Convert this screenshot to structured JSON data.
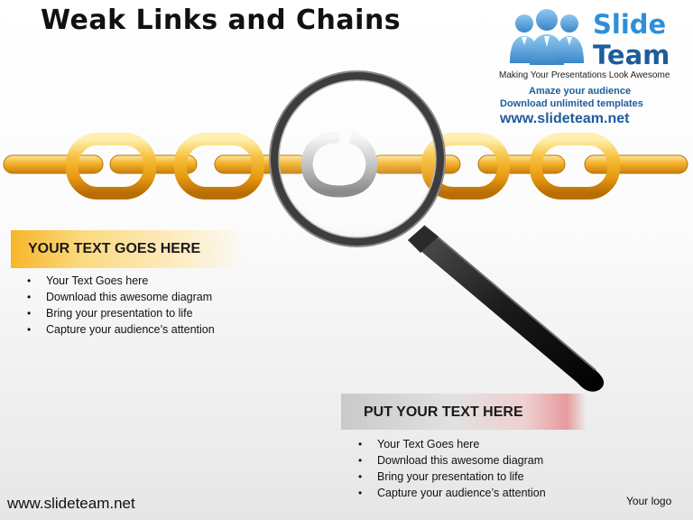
{
  "slide": {
    "title": "Weak Links and Chains",
    "brand": {
      "name_line1": "Slide",
      "name_line2": "Team",
      "tagline": "Making Your Presentations Look Awesome",
      "line_amaze": "Amaze your audience",
      "line_download": "Download unlimited templates",
      "url": "www.slideteam.net"
    },
    "box_left": {
      "heading": "YOUR TEXT GOES HERE",
      "bullets": [
        "Your Text Goes here",
        "Download this awesome diagram",
        "Bring your presentation to life",
        "Capture your audience’s attention"
      ]
    },
    "box_right": {
      "heading": "PUT YOUR TEXT HERE",
      "bullets": [
        "Your Text Goes here",
        "Download this awesome diagram",
        "Bring your presentation to life",
        "Capture your audience’s attention"
      ]
    },
    "footer": {
      "url": "www.slideteam.net",
      "logo_placeholder": "Your logo"
    }
  },
  "colors": {
    "chain_gold": "#f2a81c",
    "weak_link_gray": "#b8b8b8",
    "box_left_accent": "#f7b52a",
    "box_right_accent": "#e59b9e",
    "brand_blue": "#1d5d9c",
    "brand_light_blue": "#2e8fd8"
  },
  "icons": [
    "chain-link-icon",
    "broken-link-icon",
    "magnifying-glass-icon",
    "people-group-icon"
  ]
}
